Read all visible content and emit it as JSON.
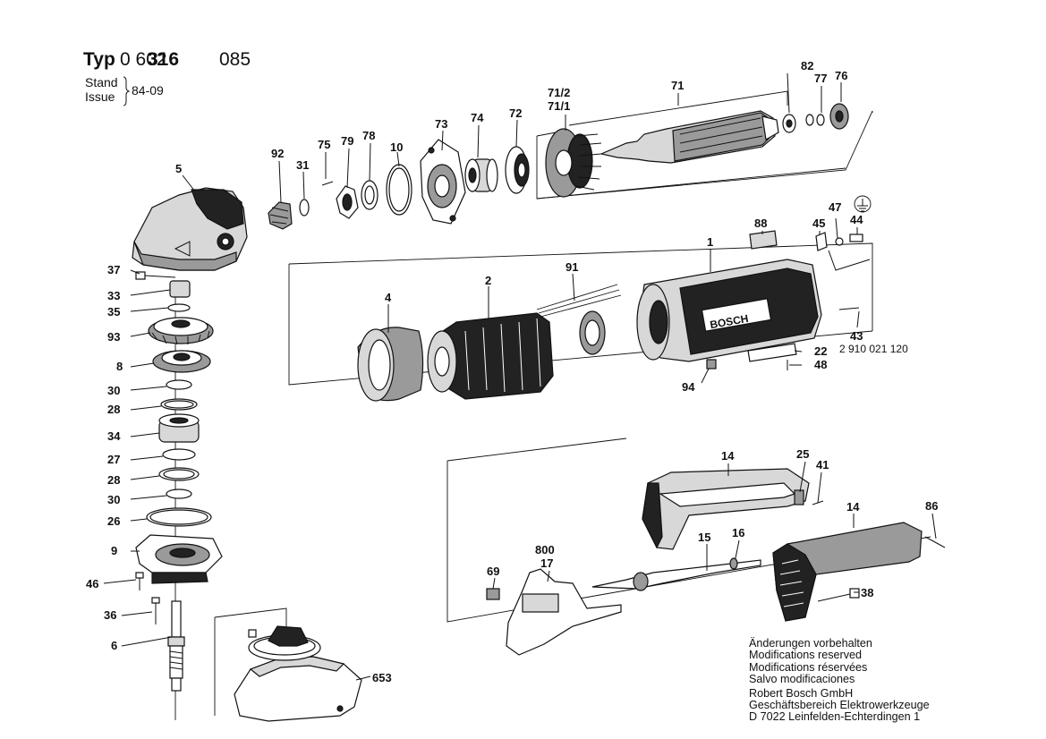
{
  "header": {
    "typ_word": "Typ",
    "typ_part_a": "0 602",
    "typ_part_b": "316",
    "typ_part_c": "085",
    "stand_label": "Stand",
    "issue_label": "Issue",
    "stand_value": "84-09"
  },
  "part_labels": {
    "p1": "1",
    "p2": "2",
    "p4": "4",
    "p5": "5",
    "p6": "6",
    "p8": "8",
    "p9": "9",
    "p10": "10",
    "p14a": "14",
    "p14b": "14",
    "p15": "15",
    "p16": "16",
    "p17": "17",
    "p22": "22",
    "p25": "25",
    "p26": "26",
    "p27": "27",
    "p28a": "28",
    "p28b": "28",
    "p30a": "30",
    "p30b": "30",
    "p31": "31",
    "p33": "33",
    "p34": "34",
    "p35": "35",
    "p36": "36",
    "p37": "37",
    "p38": "38",
    "p41": "41",
    "p43": "43",
    "p44": "44",
    "p45": "45",
    "p46": "46",
    "p47": "47",
    "p48": "48",
    "p69": "69",
    "p71": "71",
    "p71_1": "71/1",
    "p71_2": "71/2",
    "p72": "72",
    "p73": "73",
    "p74": "74",
    "p75": "75",
    "p76": "76",
    "p77": "77",
    "p78": "78",
    "p79": "79",
    "p82": "82",
    "p86": "86",
    "p88": "88",
    "p91": "91",
    "p92": "92",
    "p93": "93",
    "p94": "94",
    "p653": "653",
    "p800": "800",
    "p43_code": "2 910 021 120",
    "brand_plate": "BOSCH"
  },
  "footer": {
    "line1": "Änderungen vorbehalten",
    "line2": "Modifications reserved",
    "line3": "Modifications réservées",
    "line4": "Salvo modificaciones",
    "company": "Robert Bosch GmbH",
    "division": "Geschäftsbereich Elektrowerkzeuge",
    "address": "D 7022 Leinfelden-Echterdingen 1"
  }
}
